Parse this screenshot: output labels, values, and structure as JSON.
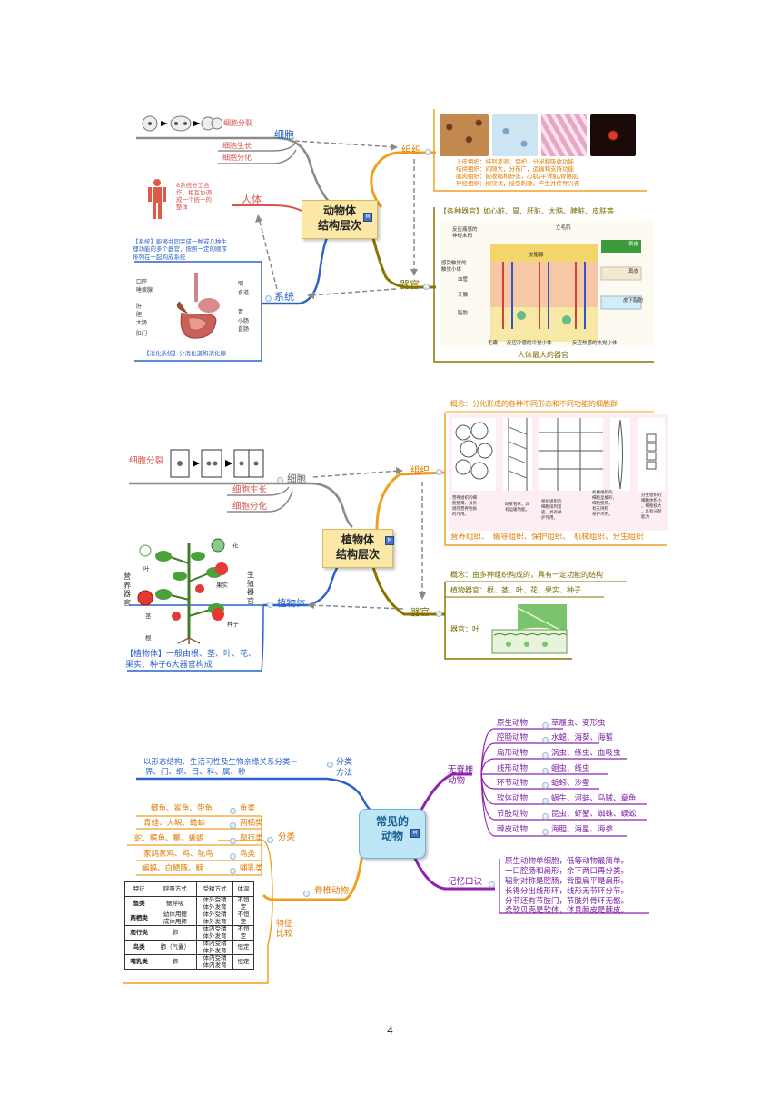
{
  "colors": {
    "blue": "#2a64c8",
    "red": "#d9534f",
    "orange": "#e07b00",
    "olive": "#7a6a00",
    "purple": "#7b1fa2",
    "gray_dash": "#8a8a8a"
  },
  "section1": {
    "center": [
      "动物体",
      "结构层次"
    ],
    "cell": {
      "label": "细胞",
      "division": "细胞分裂",
      "growth": "细胞生长",
      "differentiation": "细胞分化"
    },
    "human": {
      "label": "人体",
      "note": [
        "8系统分工合",
        "作，相互协调",
        "成一个统一的",
        "整体"
      ]
    },
    "system": {
      "label": "系统",
      "definition": [
        "【系统】能够共同完成一种或几种生",
        "理功能的多个器官，按照一定的顺序",
        "排列在一起构成系统"
      ],
      "caption": "【消化系统】分消化道和消化腺",
      "labels_left": [
        "口腔",
        "唾液腺",
        "肝",
        "胆",
        "大肠",
        "肛门"
      ],
      "labels_right": [
        "咽",
        "食道",
        "胃",
        "小肠",
        "直肠"
      ]
    },
    "tissue": {
      "label": "组织",
      "lines": [
        "上皮组织：排列紧密，保护、分泌和吸收功能",
        "结缔组织：间隙大，分布广，运输和支持功能",
        "肌肉组织：能收缩和舒张，心肌\\平滑肌\\骨骼肌",
        "神经组织：树突状，接受刺激，产生并传导兴奋"
      ]
    },
    "organ": {
      "label": "器官",
      "header": "【各种器官】如心脏、胃、肝脏、大脑、脾脏、皮肤等",
      "skin_labels": [
        "立毛肌",
        "反应痛感的",
        "神经末梢",
        "皮脂腺",
        "感受触觉的",
        "触觉小体",
        "血管",
        "汗腺",
        "脂肪",
        "毛囊",
        "反应冷感的冷觉小体",
        "反应热感的热觉小体"
      ],
      "layer_labels": [
        "表皮",
        "真皮",
        "皮下脂肪"
      ],
      "caption": "人体最大的器官"
    }
  },
  "section2": {
    "center": [
      "植物体",
      "结构层次"
    ],
    "cell": {
      "label": "细胞",
      "division": "细胞分裂",
      "growth": "细胞生长",
      "differentiation": "细胞分化"
    },
    "tissue": {
      "label": "组织",
      "concept": "概念：分化形成的各种不同形态和不同功能的细胞群",
      "notes": [
        [
          "营养组织的细",
          "胞壁薄，具有",
          "储存营养物质",
          "的作用。"
        ],
        [
          "既支管状，具",
          "有运输功能。"
        ],
        [
          "保护组织的",
          "细胞排列紧",
          "密，具有保",
          "护作用。"
        ],
        [
          "机械组织的",
          "细胞呈梭形，",
          "细胞壁厚，",
          "有支持和",
          "保护作用。"
        ],
        [
          "分生组织的",
          "细胞体积小",
          "，细胞核大",
          "，具有分裂",
          "能力"
        ]
      ],
      "names": "营养组织、　输导组织、保护组织、　机械组织、分生组织"
    },
    "organ": {
      "label": "器官",
      "concept": "概念：由多种组织构成的，具有一定功能的结构",
      "plant_organs": "植物器官：根、茎、叶、花、果实、种子",
      "leaf": "器官：叶"
    },
    "plant": {
      "label": "植物体",
      "caption": [
        "【植物体】一般由根、茎、叶、花、",
        "果实、种子6大器官构成"
      ],
      "parts": [
        "花",
        "叶",
        "果实",
        "茎",
        "种子",
        "根"
      ],
      "nutrition": [
        "营",
        "养",
        "器",
        "官"
      ],
      "reproduction": [
        "生",
        "殖",
        "器",
        "官"
      ]
    }
  },
  "section3": {
    "center": [
      "常见的",
      "动物"
    ],
    "classification": {
      "text": [
        "以形态结构、生活习性及生物亲缘关系分类－",
        "界、门、纲、目、科、属、种"
      ],
      "label": [
        "分类",
        "方法"
      ]
    },
    "invertebrate": {
      "label": [
        "无脊椎",
        "动物"
      ],
      "rows": [
        [
          "原生动物",
          "草履虫、变形虫"
        ],
        [
          "腔肠动物",
          "水螅、海葵、海蜇"
        ],
        [
          "扁形动物",
          "涡虫、绦虫、血吸虫"
        ],
        [
          "线形动物",
          "蛔虫、线虫"
        ],
        [
          "环节动物",
          "蚯蚓、沙蚕"
        ],
        [
          "软体动物",
          "蜗牛、河蚌、乌贼、章鱼"
        ],
        [
          "节肢动物",
          "昆虫、虾蟹、蜘蛛、蜈蚣"
        ],
        [
          "棘皮动物",
          "海胆、海星、海参"
        ]
      ]
    },
    "mnemonic": {
      "label": "记忆口诀",
      "lines": [
        "原生动物单细胞，低等动物最简单。",
        "一口腔肠和扁形，余下两口再分类。",
        "辐射对称是腔肠，背腹扁平是扁形。",
        "长得分出线形环，线形无节环分节。",
        "分节还有节肢门，节肢外骨环无骼。",
        "柔软贝壳是软体，体具棘皮是棘皮。"
      ]
    },
    "vertebrate": {
      "label": "脊椎动物",
      "classify": "分类",
      "compare": [
        "特征",
        "比较"
      ],
      "groups": [
        [
          "鲫鱼、鲨鱼、带鱼",
          "鱼类"
        ],
        [
          "青蛙、大鲵、蟾蜍",
          "两栖类"
        ],
        [
          "蛇、鳄鱼、鳖、蜥蜴",
          "爬行类"
        ],
        [
          "家鸽家鸡、鸡、鸵鸟",
          "鸟类"
        ],
        [
          "蝙蝠、白鳍豚、鲸",
          "哺乳类"
        ]
      ],
      "table": {
        "headers": [
          "特征",
          "呼吸方式",
          "受精方式",
          "体温"
        ],
        "rows": [
          [
            "鱼类",
            "鳃呼吸",
            "体外受精\n体外发育",
            "不恒\n定"
          ],
          [
            "两栖类",
            "幼体用鳃\n成体用肺",
            "体外受精\n体外发育",
            "不恒\n定"
          ],
          [
            "爬行类",
            "肺",
            "体内受精\n体外发育",
            "不恒\n定"
          ],
          [
            "鸟类",
            "肺（气囊）",
            "体内受精\n体外发育",
            "恒定"
          ],
          [
            "哺乳类",
            "肺",
            "体内受精\n体内发育",
            "恒定"
          ]
        ]
      }
    }
  },
  "page_number": "4"
}
